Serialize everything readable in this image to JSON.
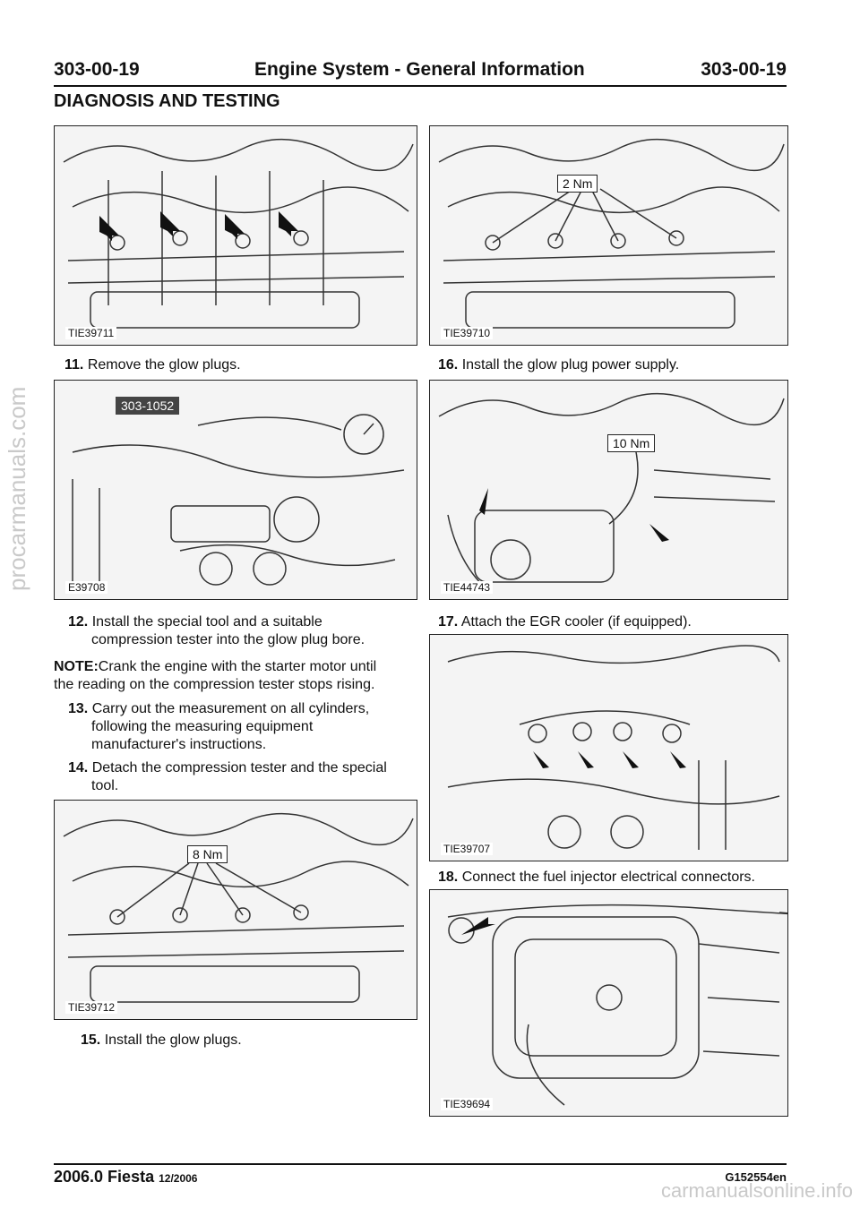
{
  "header": {
    "left": "303-00-19",
    "center": "Engine System - General Information",
    "right": "303-00-19"
  },
  "section_title": "DIAGNOSIS AND TESTING",
  "figures": {
    "f11": {
      "id": "TIE39711"
    },
    "f16": {
      "id": "TIE39710",
      "tag": "2 Nm"
    },
    "f12": {
      "id": "E39708",
      "tag": "303-1052"
    },
    "f17": {
      "id": "TIE44743",
      "tag": "10 Nm"
    },
    "f18": {
      "id": "TIE39707"
    },
    "f15": {
      "id": "TIE39712",
      "tag": "8 Nm"
    },
    "f19": {
      "id": "TIE39694"
    }
  },
  "steps": {
    "s11": {
      "num": "11.",
      "text": "Remove the glow plugs."
    },
    "s16": {
      "num": "16.",
      "text": "Install the glow plug power supply."
    },
    "s12a": {
      "num": "12.",
      "text": "Install the special tool and a suitable"
    },
    "s12b": "compression tester into the glow plug bore.",
    "s17": {
      "num": "17.",
      "text": "Attach the EGR cooler (if equipped)."
    },
    "note_label": "NOTE:",
    "note_a": "Crank the engine with the starter motor until",
    "note_b": "the reading on the compression tester stops rising.",
    "s13a": {
      "num": "13.",
      "text": "Carry out the measurement on all cylinders,"
    },
    "s13b": "following the measuring equipment",
    "s13c": "manufacturer's instructions.",
    "s14a": {
      "num": "14.",
      "text": "Detach the compression tester and the special"
    },
    "s14b": "tool.",
    "s18": {
      "num": "18.",
      "text": "Connect the fuel injector electrical connectors."
    },
    "s15": {
      "num": "15.",
      "text": "Install the glow plugs."
    }
  },
  "footer": {
    "model": "2006.0 Fiesta",
    "date": "12/2006",
    "code": "G152554en"
  },
  "watermarks": {
    "side": "procarmanuals.com",
    "bottom": "carmanualsonline.info"
  }
}
